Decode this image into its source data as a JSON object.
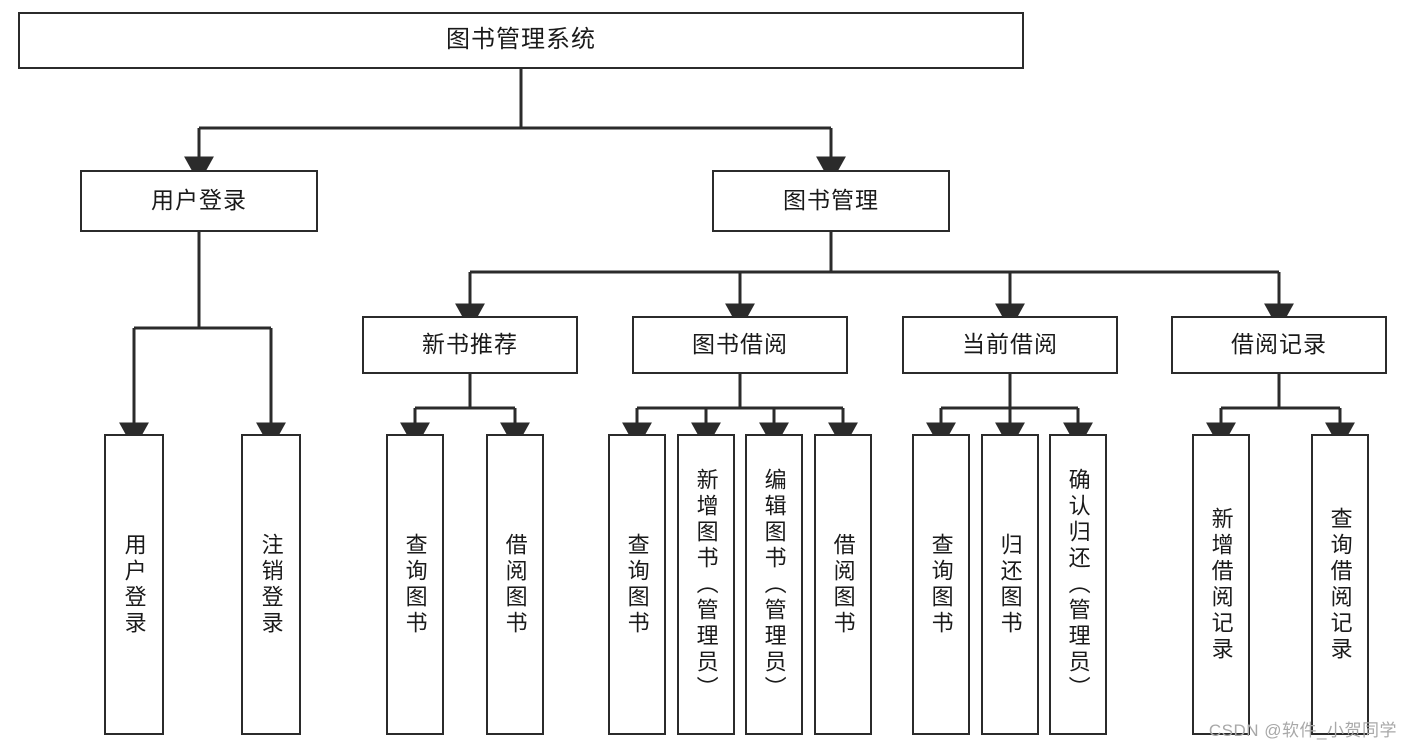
{
  "diagram": {
    "title": "图书管理系统",
    "type": "hierarchy-tree",
    "root": {
      "id": "root",
      "label": "图书管理系统"
    },
    "level2": [
      {
        "id": "user-login",
        "label": "用户登录"
      },
      {
        "id": "book-manage",
        "label": "图书管理"
      }
    ],
    "level3": [
      {
        "id": "new-book-recommend",
        "label": "新书推荐",
        "parent": "book-manage"
      },
      {
        "id": "book-borrow",
        "label": "图书借阅",
        "parent": "book-manage"
      },
      {
        "id": "current-borrow",
        "label": "当前借阅",
        "parent": "book-manage"
      },
      {
        "id": "borrow-record",
        "label": "借阅记录",
        "parent": "book-manage"
      }
    ],
    "leaves": [
      {
        "id": "leaf-user-login",
        "label": "用户登录",
        "parent": "user-login"
      },
      {
        "id": "leaf-user-logout",
        "label": "注销登录",
        "parent": "user-login"
      },
      {
        "id": "leaf-query-book-1",
        "label": "查询图书",
        "parent": "new-book-recommend"
      },
      {
        "id": "leaf-borrow-book-1",
        "label": "借阅图书",
        "parent": "new-book-recommend"
      },
      {
        "id": "leaf-query-book-2",
        "label": "查询图书",
        "parent": "book-borrow"
      },
      {
        "id": "leaf-add-book",
        "label": "新增图书（管理员）",
        "parent": "book-borrow"
      },
      {
        "id": "leaf-edit-book",
        "label": "编辑图书（管理员）",
        "parent": "book-borrow"
      },
      {
        "id": "leaf-borrow-book-2",
        "label": "借阅图书",
        "parent": "book-borrow"
      },
      {
        "id": "leaf-query-book-3",
        "label": "查询图书",
        "parent": "current-borrow"
      },
      {
        "id": "leaf-return-book",
        "label": "归还图书",
        "parent": "current-borrow"
      },
      {
        "id": "leaf-confirm-return",
        "label": "确认归还（管理员）",
        "parent": "current-borrow"
      },
      {
        "id": "leaf-add-record",
        "label": "新增借阅记录",
        "parent": "borrow-record"
      },
      {
        "id": "leaf-query-record",
        "label": "查询借阅记录",
        "parent": "borrow-record"
      }
    ]
  },
  "watermark": {
    "text": "CSDN @软件_小贺同学"
  },
  "colors": {
    "stroke": "#2b2b2b",
    "background": "#ffffff",
    "text": "#1a1a1a",
    "watermark": "#a8a8a8"
  }
}
